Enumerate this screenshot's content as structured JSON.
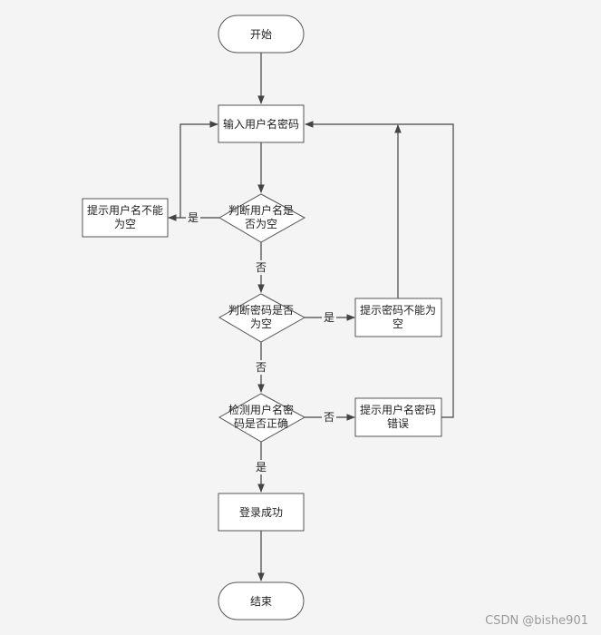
{
  "nodes": {
    "start": {
      "lines": [
        "开始"
      ]
    },
    "input": {
      "lines": [
        "输入用户名密码"
      ]
    },
    "check_user_empty": {
      "lines": [
        "判断用户名是",
        "否为空"
      ]
    },
    "tip_user_empty": {
      "lines": [
        "提示用户名不能",
        "为空"
      ]
    },
    "check_pwd_empty": {
      "lines": [
        "判断密码是否",
        "为空"
      ]
    },
    "tip_pwd_empty": {
      "lines": [
        "提示密码不能为",
        "空"
      ]
    },
    "check_credentials": {
      "lines": [
        "检测用户名密",
        "码是否正确"
      ]
    },
    "tip_credentials_error": {
      "lines": [
        "提示用户名密码",
        "错误"
      ]
    },
    "login_success": {
      "lines": [
        "登录成功"
      ]
    },
    "end": {
      "lines": [
        "结束"
      ]
    }
  },
  "edge_labels": {
    "yes": "是",
    "no": "否"
  },
  "colors": {
    "background": "#f4f4f4",
    "shape_fill": "#ffffff",
    "stroke": "#555555"
  },
  "watermark": "CSDN @bishe901"
}
